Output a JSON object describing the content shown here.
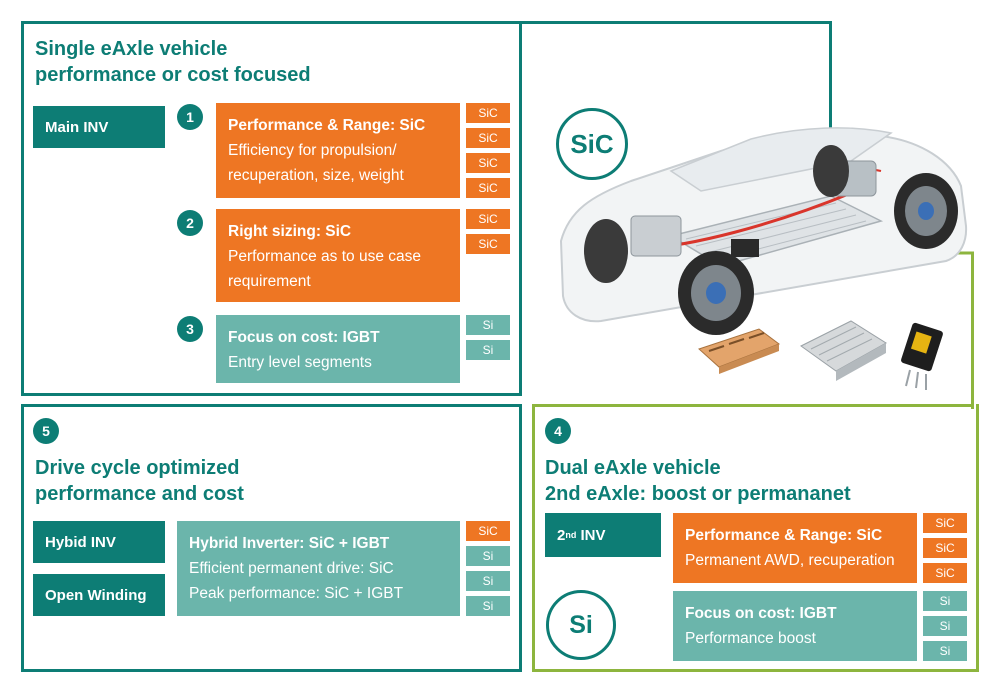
{
  "colors": {
    "teal": "#0d7d75",
    "orange": "#ee7623",
    "light_teal": "#6bb5ab",
    "green": "#8db53e"
  },
  "single": {
    "title_line1": "Single eAxle vehicle",
    "title_line2": "performance or cost focused",
    "tag": "Main INV",
    "items": [
      {
        "num": "1",
        "title": "Performance & Range: SiC",
        "line1": "Efficiency for propulsion/",
        "line2": "recuperation, size, weight",
        "chips": [
          "SiC",
          "SiC",
          "SiC",
          "SiC"
        ]
      },
      {
        "num": "2",
        "title": "Right sizing: SiC",
        "line1": "Performance as to use case",
        "line2": "requirement",
        "chips": [
          "SiC",
          "SiC"
        ]
      },
      {
        "num": "3",
        "title": "Focus on cost: IGBT",
        "line1": "Entry level segments",
        "chips": [
          "Si",
          "Si"
        ]
      }
    ]
  },
  "car": {
    "badge": "SiC"
  },
  "drive": {
    "num": "5",
    "title_line1": "Drive cycle optimized",
    "title_line2": "performance and cost",
    "tag1": "Hybid INV",
    "tag2": "Open Winding",
    "box_title": "Hybrid Inverter: SiC + IGBT",
    "line1": "Efficient permanent drive: SiC",
    "line2": "Peak performance: SiC + IGBT",
    "chips": [
      "SiC",
      "Si",
      "Si",
      "Si"
    ]
  },
  "dual": {
    "num": "4",
    "title_line1": "Dual eAxle vehicle",
    "title_line2": "2nd eAxle: boost or permananet",
    "tag_prefix": "2",
    "tag_sup": "nd",
    "tag_suffix": " INV",
    "badge": "Si",
    "box1_title": "Performance & Range: SiC",
    "box1_line": "Permanent AWD, recuperation",
    "box1_chips": [
      "SiC",
      "SiC",
      "SiC"
    ],
    "box2_title": "Focus on cost: IGBT",
    "box2_line": "Performance boost",
    "box2_chips": [
      "Si",
      "Si",
      "Si"
    ]
  }
}
